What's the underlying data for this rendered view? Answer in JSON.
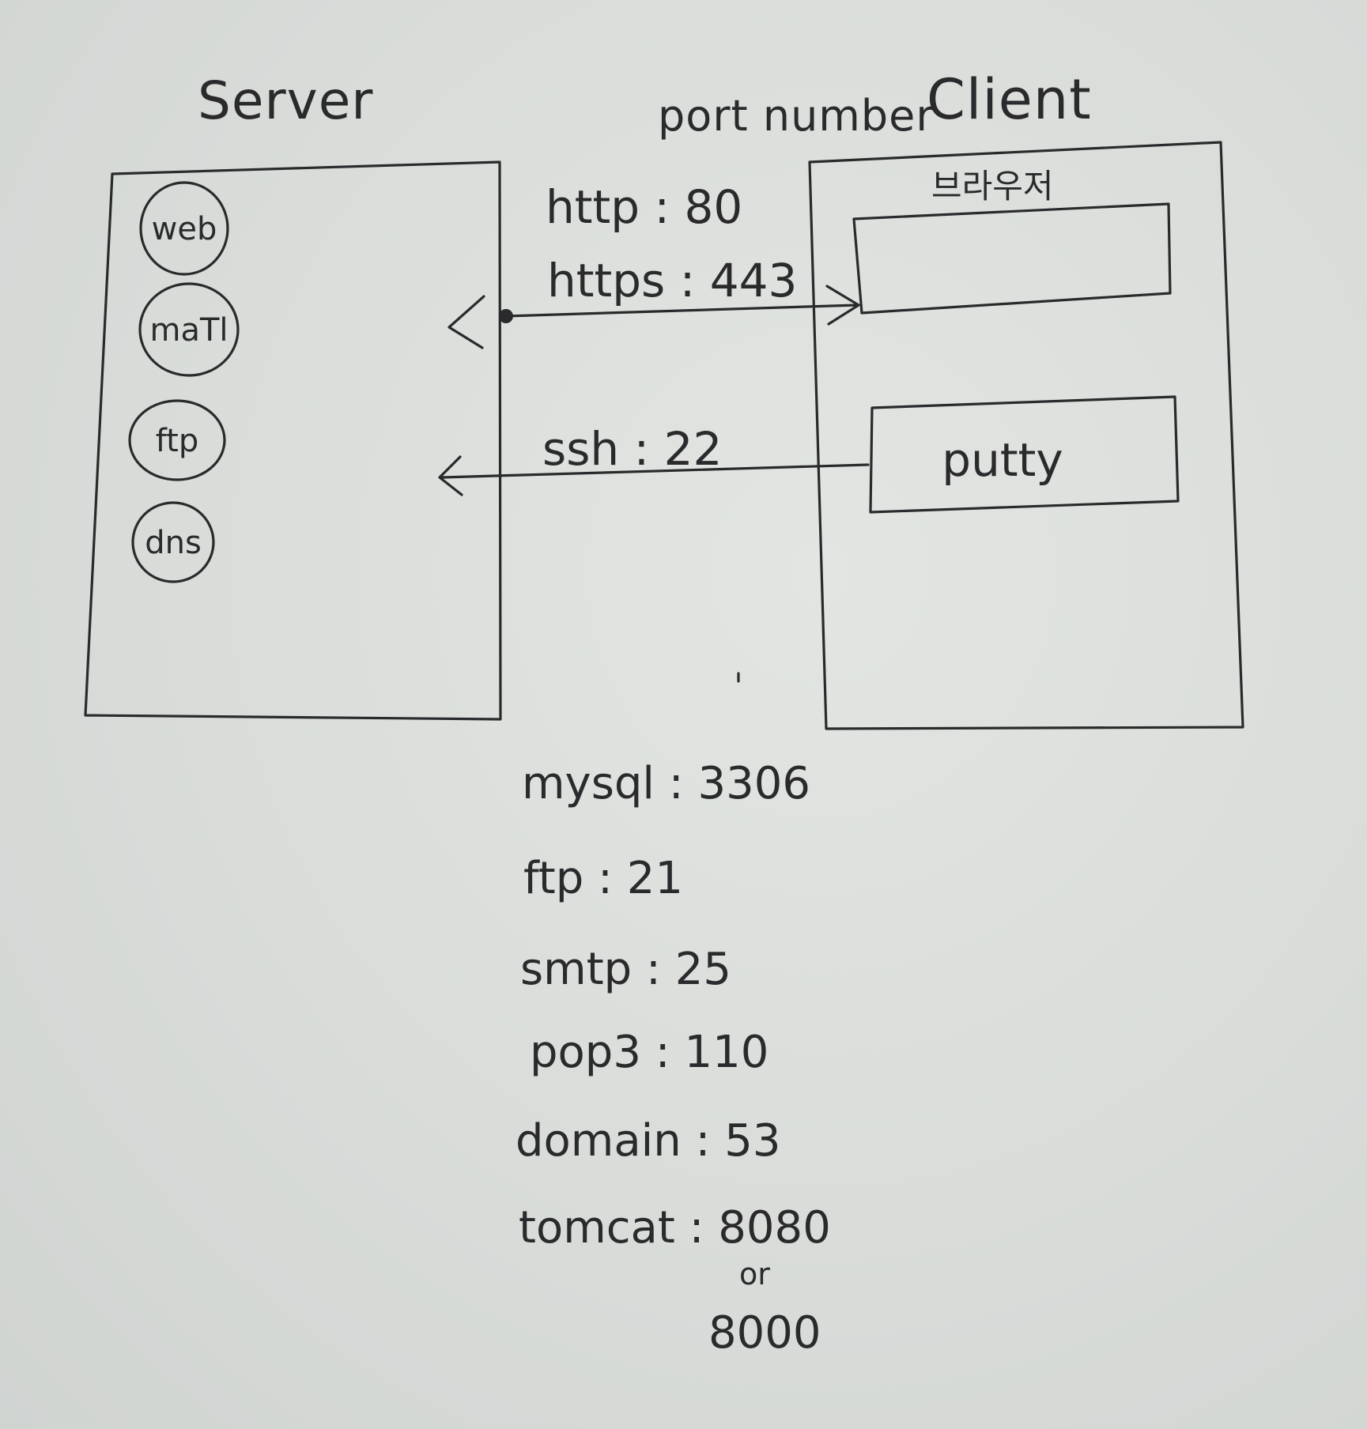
{
  "headings": {
    "server": "Server",
    "port_number": "port number",
    "client": "Client"
  },
  "server_services": [
    "web",
    "maTl",
    "ftp",
    "dns"
  ],
  "client_apps": {
    "browser_label": "브라우저",
    "putty_label": "putty"
  },
  "connections": {
    "http": "http : 80",
    "https": "https : 443",
    "ssh": "ssh : 22"
  },
  "port_list": [
    "mysql : 3306",
    "ftp : 21",
    "smtp : 25",
    "pop3 : 110",
    "domain : 53",
    "tomcat : 8080"
  ],
  "tomcat_alt": {
    "or": "or",
    "port": "8000"
  }
}
